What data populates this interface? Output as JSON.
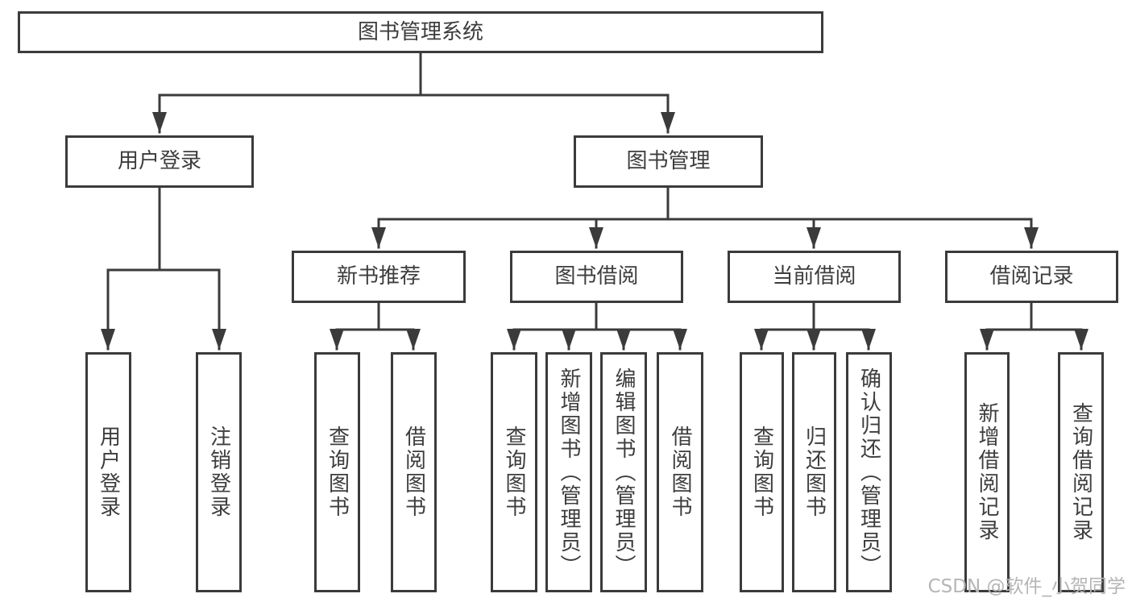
{
  "tree": {
    "root": {
      "label": "图书管理系统"
    },
    "branches": [
      {
        "label": "用户登录",
        "children": [
          {
            "label": "用户登录"
          },
          {
            "label": "注销登录"
          }
        ]
      },
      {
        "label": "图书管理",
        "children": [
          {
            "label": "新书推荐",
            "children": [
              {
                "label": "查询图书"
              },
              {
                "label": "借阅图书"
              }
            ]
          },
          {
            "label": "图书借阅",
            "children": [
              {
                "label": "查询图书"
              },
              {
                "label": "新增图书（管理员）"
              },
              {
                "label": "编辑图书（管理员）"
              },
              {
                "label": "借阅图书"
              }
            ]
          },
          {
            "label": "当前借阅",
            "children": [
              {
                "label": "查询图书"
              },
              {
                "label": "归还图书"
              },
              {
                "label": "确认归还（管理员）"
              }
            ]
          },
          {
            "label": "借阅记录",
            "children": [
              {
                "label": "新增借阅记录"
              },
              {
                "label": "查询借阅记录"
              }
            ]
          }
        ]
      }
    ]
  },
  "watermark": {
    "text": "CSDN @软件_小贺同学"
  },
  "colors": {
    "line": "#3b3b3b",
    "text": "#3d3d3d",
    "watermark": "#b5b5b5",
    "background": "#ffffff",
    "box_fill": "#ffffff"
  }
}
